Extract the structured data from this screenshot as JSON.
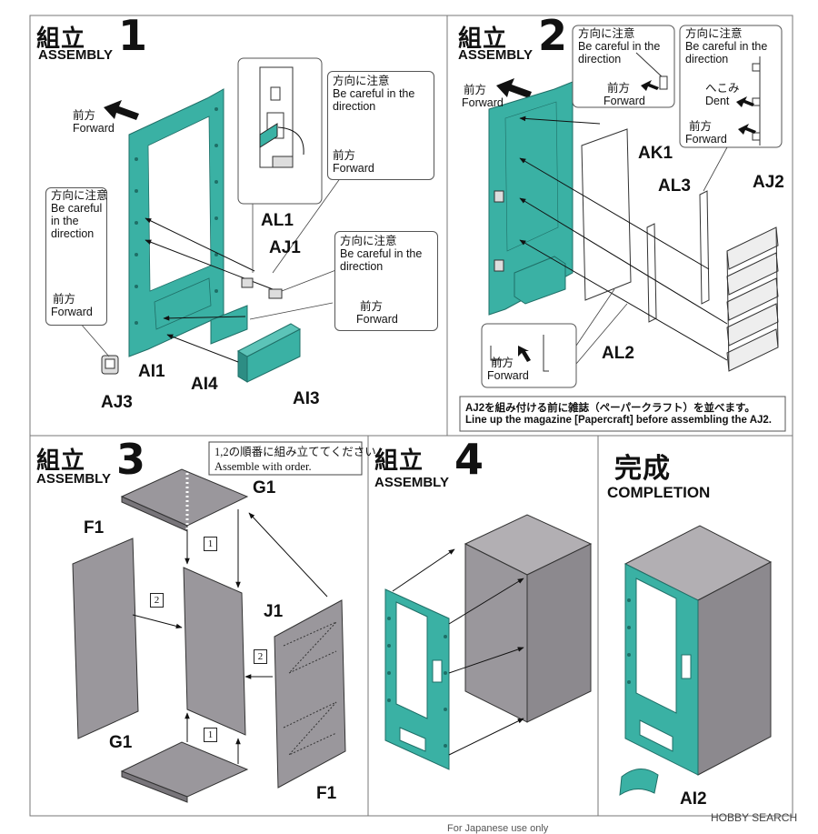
{
  "steps": [
    {
      "jp": "組立",
      "en": "ASSEMBLY",
      "num": "1"
    },
    {
      "jp": "組立",
      "en": "ASSEMBLY",
      "num": "2"
    },
    {
      "jp": "組立",
      "en": "ASSEMBLY",
      "num": "3"
    },
    {
      "jp": "組立",
      "en": "ASSEMBLY",
      "num": "4"
    }
  ],
  "completion": {
    "jp": "完成",
    "en": "COMPLETION"
  },
  "forward": {
    "jp": "前方",
    "en": "Forward"
  },
  "caution": {
    "jp": "方向に注意",
    "en_line1": "Be careful in the",
    "en_line2": "direction",
    "en_a": "Be careful",
    "en_b": "in the",
    "en_c": "direction"
  },
  "dent": {
    "jp": "へこみ",
    "en": "Dent"
  },
  "parts": {
    "AL1": "AL1",
    "AJ1": "AJ1",
    "AI1": "AI1",
    "AI4": "AI4",
    "AI3": "AI3",
    "AJ3": "AJ3",
    "AK1": "AK1",
    "AL3": "AL3",
    "AJ2": "AJ2",
    "AL2": "AL2",
    "G1": "G1",
    "F1": "F1",
    "J1": "J1",
    "AI2": "AI2"
  },
  "step2_note": {
    "jp": "AJ2を組み付ける前に雑誌（ペーパークラフト）を並べます。",
    "en": "Line up the magazine [Papercraft] before assembling the AJ2."
  },
  "step3_note": {
    "jp": "1,2の順番に組み立ててください。",
    "en": "Assemble with order."
  },
  "order_marks": [
    "1",
    "2"
  ],
  "watermark": "HOBBY SEARCH",
  "footer": "For Japanese use only",
  "colors": {
    "teal": "#3ab1a4",
    "gray": "#9a979c",
    "line": "#444444"
  }
}
